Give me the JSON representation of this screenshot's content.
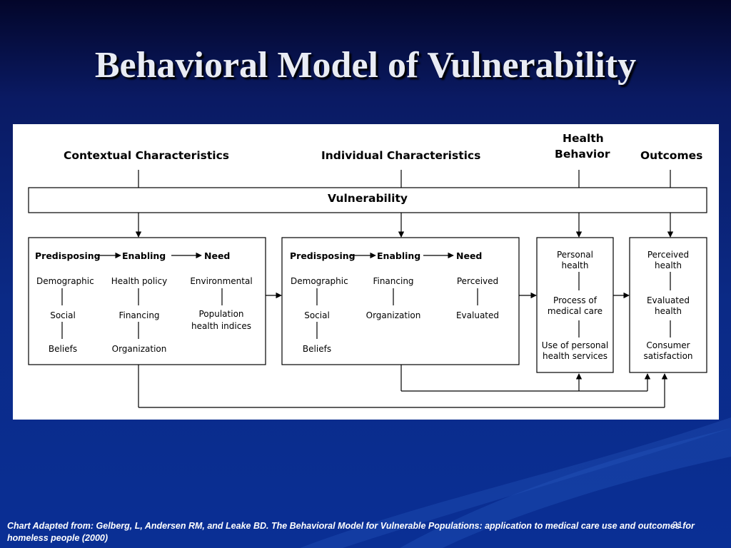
{
  "slide": {
    "title": "Behavioral Model of Vulnerability",
    "slide_number": "31",
    "caption": "Chart Adapted from: Gelberg, L, Andersen RM, and Leake BD. The Behavioral Model for Vulnerable Populations: application to medical care use and outcomes for homeless people (2000)"
  },
  "diagram": {
    "headers": {
      "contextual": "Contextual Characteristics",
      "individual": "Individual Characteristics",
      "health_behavior_1": "Health",
      "health_behavior_2": "Behavior",
      "outcomes": "Outcomes"
    },
    "vulnerability": "Vulnerability",
    "contextual_box": {
      "predisposing": "Predisposing",
      "enabling": "Enabling",
      "need": "Need",
      "predisposing_items": [
        "Demographic",
        "Social",
        "Beliefs"
      ],
      "enabling_items": [
        "Health policy",
        "Financing",
        "Organization"
      ],
      "need_items": [
        "Environmental",
        "Population",
        "health indices"
      ]
    },
    "individual_box": {
      "predisposing": "Predisposing",
      "enabling": "Enabling",
      "need": "Need",
      "predisposing_items": [
        "Demographic",
        "Social",
        "Beliefs"
      ],
      "enabling_items": [
        "Financing",
        "Organization"
      ],
      "need_items": [
        "Perceived",
        "Evaluated"
      ]
    },
    "behavior_box": {
      "items": [
        "Personal",
        "health",
        "Process of",
        "medical care",
        "Use of personal",
        "health services"
      ]
    },
    "outcomes_box": {
      "items": [
        "Perceived",
        "health",
        "Evaluated",
        "health",
        "Consumer",
        "satisfaction"
      ]
    }
  }
}
